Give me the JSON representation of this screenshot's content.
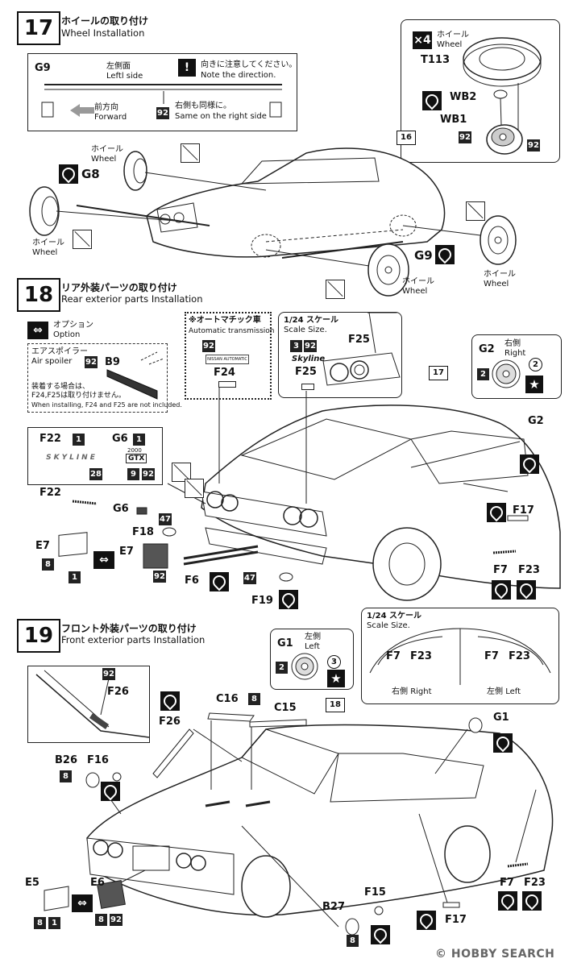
{
  "step17": {
    "number": "17",
    "title_jp": "ホイールの取り付け",
    "title_en": "Wheel Installation",
    "g9_box": {
      "part": "G9",
      "side_jp": "左側面",
      "side_en": "Leftl side",
      "note_jp": "向きに注意してください。",
      "note_en": "Note the direction.",
      "forward_jp": "前方向",
      "forward_en": "Forward",
      "num": "92",
      "same_jp": "右側も同様に。",
      "same_en": "Same on the right side"
    },
    "wheel_box": {
      "qty": "4",
      "wheel_jp": "ホイール",
      "wheel_en": "Wheel",
      "tire": "T113",
      "wb2": "WB2",
      "wb1": "WB1",
      "num_a": "92",
      "num_b": "92"
    },
    "ref": "16",
    "g8": "G8",
    "g9": "G9",
    "wheel_labels": [
      {
        "jp": "ホイール",
        "en": "Wheel"
      },
      {
        "jp": "ホイール",
        "en": "Wheel"
      },
      {
        "jp": "ホイール",
        "en": "Wheel"
      },
      {
        "jp": "ホイール",
        "en": "Wheel"
      }
    ]
  },
  "step18": {
    "number": "18",
    "title_jp": "リア外装パーツの取り付け",
    "title_en": "Rear exterior parts Installation",
    "option_jp": "オプション",
    "option_en": "Option",
    "spoiler": {
      "jp": "エアスポイラー",
      "en": "Air spoiler",
      "num": "92",
      "part": "B9",
      "note_jp1": "装着する場合は、",
      "note_jp2": "F24,F25は取り付けません。",
      "note_en": "When installing, F24 and F25 are not included."
    },
    "auto_box": {
      "jp": "※オートマチック車",
      "en": "Automatic transmission",
      "num": "92",
      "badge": "NISSAN AUTOMATIC",
      "part": "F24"
    },
    "scale_box": {
      "jp": "1/24 スケール",
      "en": "Scale Size.",
      "num_a": "3",
      "num_b": "92",
      "script": "Skyline",
      "part_a": "F25",
      "part_b": "F25"
    },
    "g2_box": {
      "part": "G2",
      "jp": "右側",
      "en": "Right",
      "num": "2",
      "circ": "2"
    },
    "ref": "17",
    "emblem_box": {
      "f22": "F22",
      "f22_num": "1",
      "g6": "G6",
      "g6_num": "1",
      "skyline": "SKYLINE",
      "gtx_top": "2000",
      "gtx": "GTX",
      "n28": "28",
      "n9": "9",
      "n92": "92"
    },
    "parts": {
      "f22": "F22",
      "g6": "G6",
      "n47a": "47",
      "f18": "F18",
      "e7a": "E7",
      "n8": "8",
      "n1": "1",
      "e7b": "E7",
      "n92": "92",
      "f6": "F6",
      "n47b": "47",
      "f19": "F19",
      "g2": "G2",
      "f17": "F17",
      "f7": "F7",
      "f23": "F23"
    }
  },
  "step19": {
    "number": "19",
    "title_jp": "フロント外装パーツの取り付け",
    "title_en": "Front exterior parts Installation",
    "g1_box": {
      "part": "G1",
      "jp": "左側",
      "en": "Left",
      "num": "2",
      "circ": "3"
    },
    "scale_box": {
      "jp": "1/24 スケール",
      "en": "Scale Size.",
      "f7a": "F7",
      "f23a": "F23",
      "f7b": "F7",
      "f23b": "F23",
      "right_jp": "右側",
      "right_en": "Right",
      "left_jp": "左側",
      "left_en": "Left"
    },
    "ref": "18",
    "parts": {
      "n92": "92",
      "f26a": "F26",
      "f26b": "F26",
      "c16": "C16",
      "n8a": "8",
      "c15": "C15",
      "b26": "B26",
      "n8b": "8",
      "f16": "F16",
      "g1": "G1",
      "e5": "E5",
      "n8c": "8",
      "n1": "1",
      "e6": "E6",
      "n8d": "8",
      "n92b": "92",
      "b27": "B27",
      "n8e": "8",
      "f15": "F15",
      "f17": "F17",
      "f7": "F7",
      "f23": "F23"
    }
  },
  "watermark": "HOBBY SEARCH"
}
